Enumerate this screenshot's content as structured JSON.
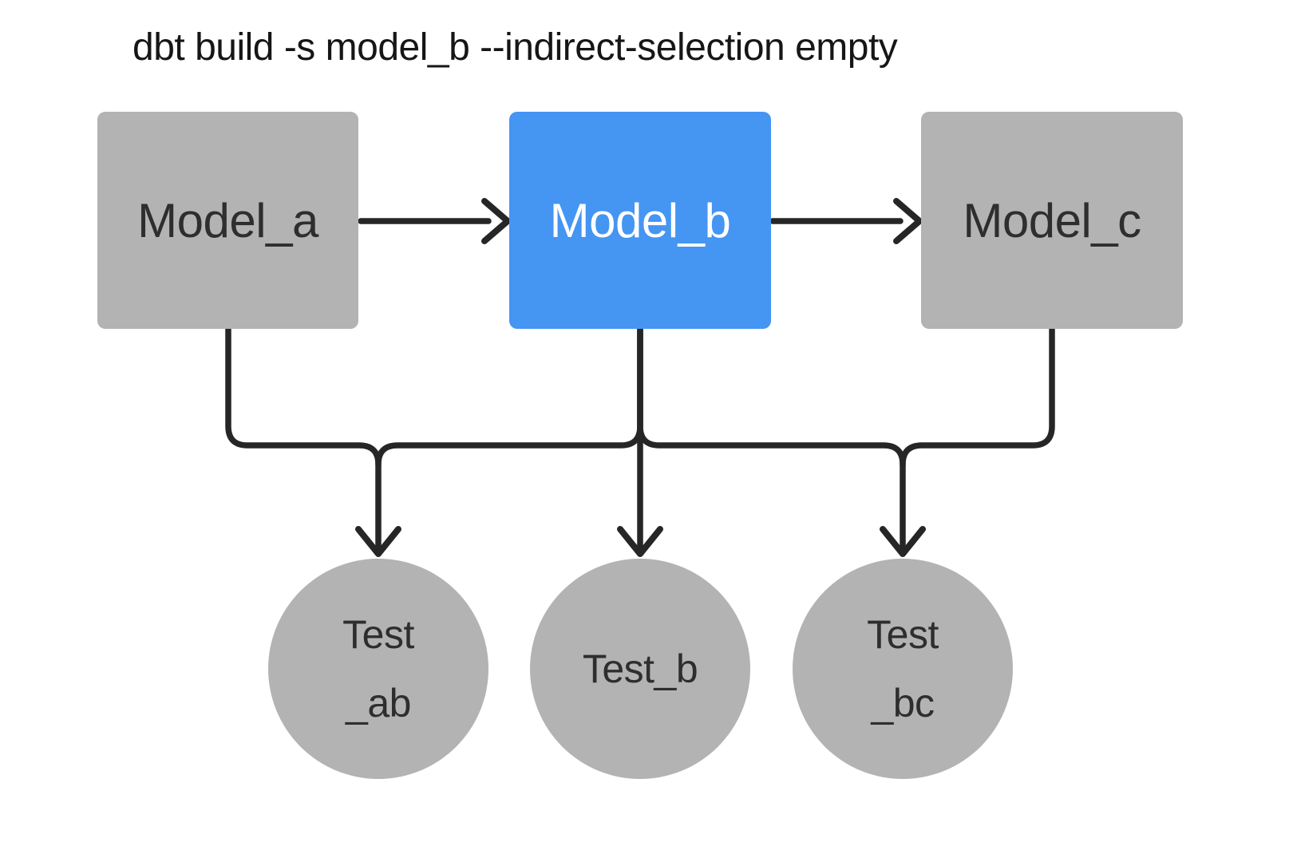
{
  "title": "dbt build -s model_b --indirect-selection empty",
  "colors": {
    "background": "#ffffff",
    "node_gray": "#b3b3b3",
    "node_blue": "#4595f2",
    "node_text_dark": "#2e2e2e",
    "node_text_light": "#ffffff",
    "line": "#262626",
    "title_text": "#161616"
  },
  "diagram": {
    "models": [
      {
        "id": "model_a",
        "label": "Model_a",
        "selected": false
      },
      {
        "id": "model_b",
        "label": "Model_b",
        "selected": true
      },
      {
        "id": "model_c",
        "label": "Model_c",
        "selected": false
      }
    ],
    "tests": [
      {
        "id": "test_ab",
        "lines": [
          "Test",
          "_ab"
        ]
      },
      {
        "id": "test_b",
        "lines": [
          "Test_b",
          ""
        ]
      },
      {
        "id": "test_bc",
        "lines": [
          "Test",
          "_bc"
        ]
      }
    ],
    "edges": [
      "model_a -> model_b",
      "model_b -> model_c",
      "model_a -> test_ab",
      "model_b -> test_ab",
      "model_b -> test_b",
      "model_b -> test_bc",
      "model_c -> test_bc"
    ]
  }
}
